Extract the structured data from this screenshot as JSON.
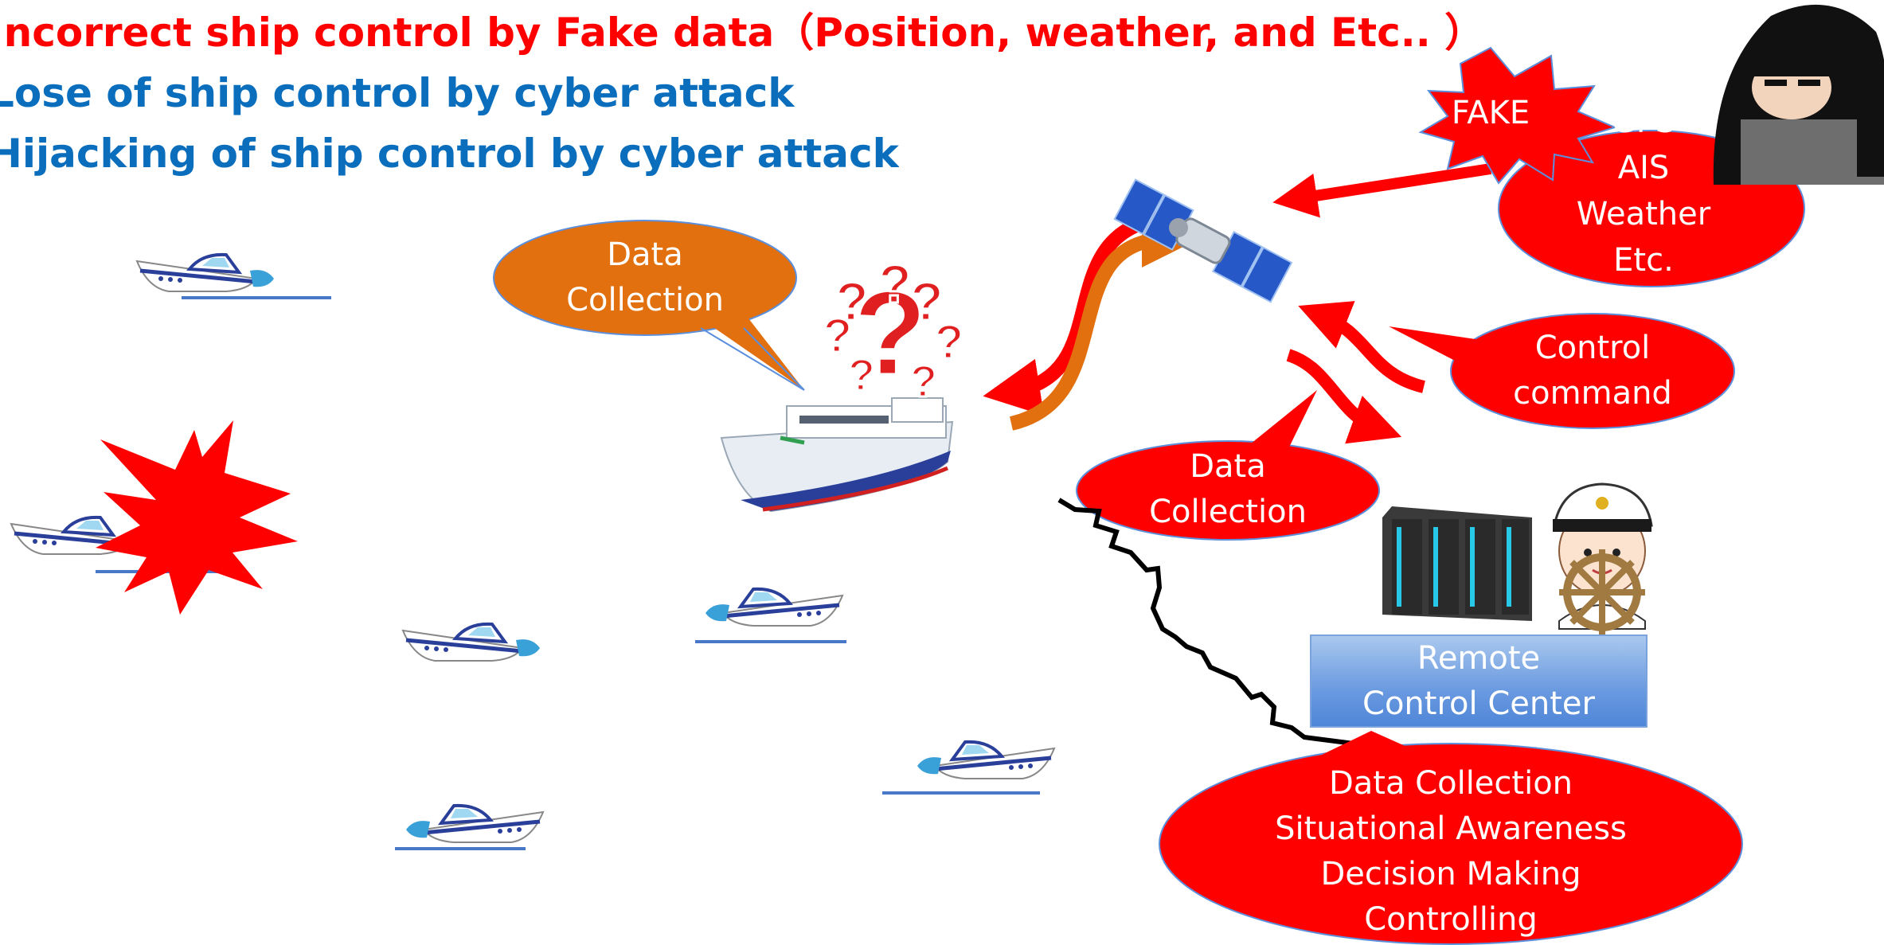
{
  "headlines": [
    "Incorrect ship control by Fake data（Position, weather, and Etc.. ）",
    "Lose of ship control by cyber attack",
    "Hijacking of ship control by cyber attack"
  ],
  "bubbles": {
    "orange_data_collection": [
      "Data",
      "Collection"
    ],
    "fake": "FAKE",
    "fake_sources": [
      "GPS",
      "AIS",
      "Weather",
      "Etc."
    ],
    "control_command": [
      "Control",
      "command"
    ],
    "red_data_collection": [
      "Data",
      "Collection"
    ],
    "remote_control_center": [
      "Remote",
      "Control Center"
    ],
    "center_functions": [
      "Data Collection",
      "Situational Awareness",
      "Decision Making",
      "Controlling"
    ]
  },
  "colors": {
    "alert_red": "#ff0000",
    "headline_blue": "#0a6ebd",
    "bubble_orange": "#e2700f",
    "center_blue": "#5b8fdc"
  },
  "icons": [
    "speedboat-icon",
    "cargo-ship-icon",
    "question-marks-icon",
    "explosion-icon",
    "satellite-icon",
    "hacker-icon",
    "server-rack-icon",
    "ship-captain-icon"
  ]
}
